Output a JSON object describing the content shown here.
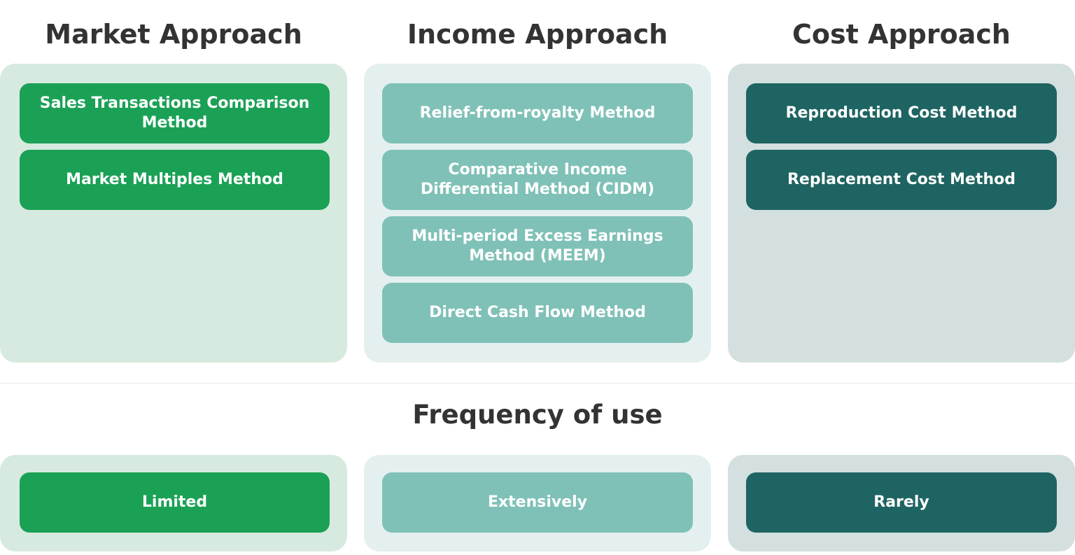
{
  "approaches": [
    {
      "title": "Market Approach",
      "methods": [
        "Sales Transactions Comparison Method",
        "Market Multiples Method"
      ]
    },
    {
      "title": "Income Approach",
      "methods": [
        "Relief-from-royalty Method",
        "Comparative Income Differential Method (CIDM)",
        "Multi-period Excess Earnings Method (MEEM)",
        "Direct Cash Flow Method"
      ]
    },
    {
      "title": "Cost Approach",
      "methods": [
        "Reproduction Cost Method",
        "Replacement Cost Method"
      ]
    }
  ],
  "frequency": {
    "title": "Frequency of use",
    "values": [
      "Limited",
      "Extensively",
      "Rarely"
    ]
  },
  "colors": {
    "market_accent": "#1aa155",
    "income_accent": "#7fc1b7",
    "cost_accent": "#1e6462",
    "market_panel": "#d7eadf",
    "income_panel": "#e4f0ef",
    "cost_panel": "#d3e0df"
  }
}
